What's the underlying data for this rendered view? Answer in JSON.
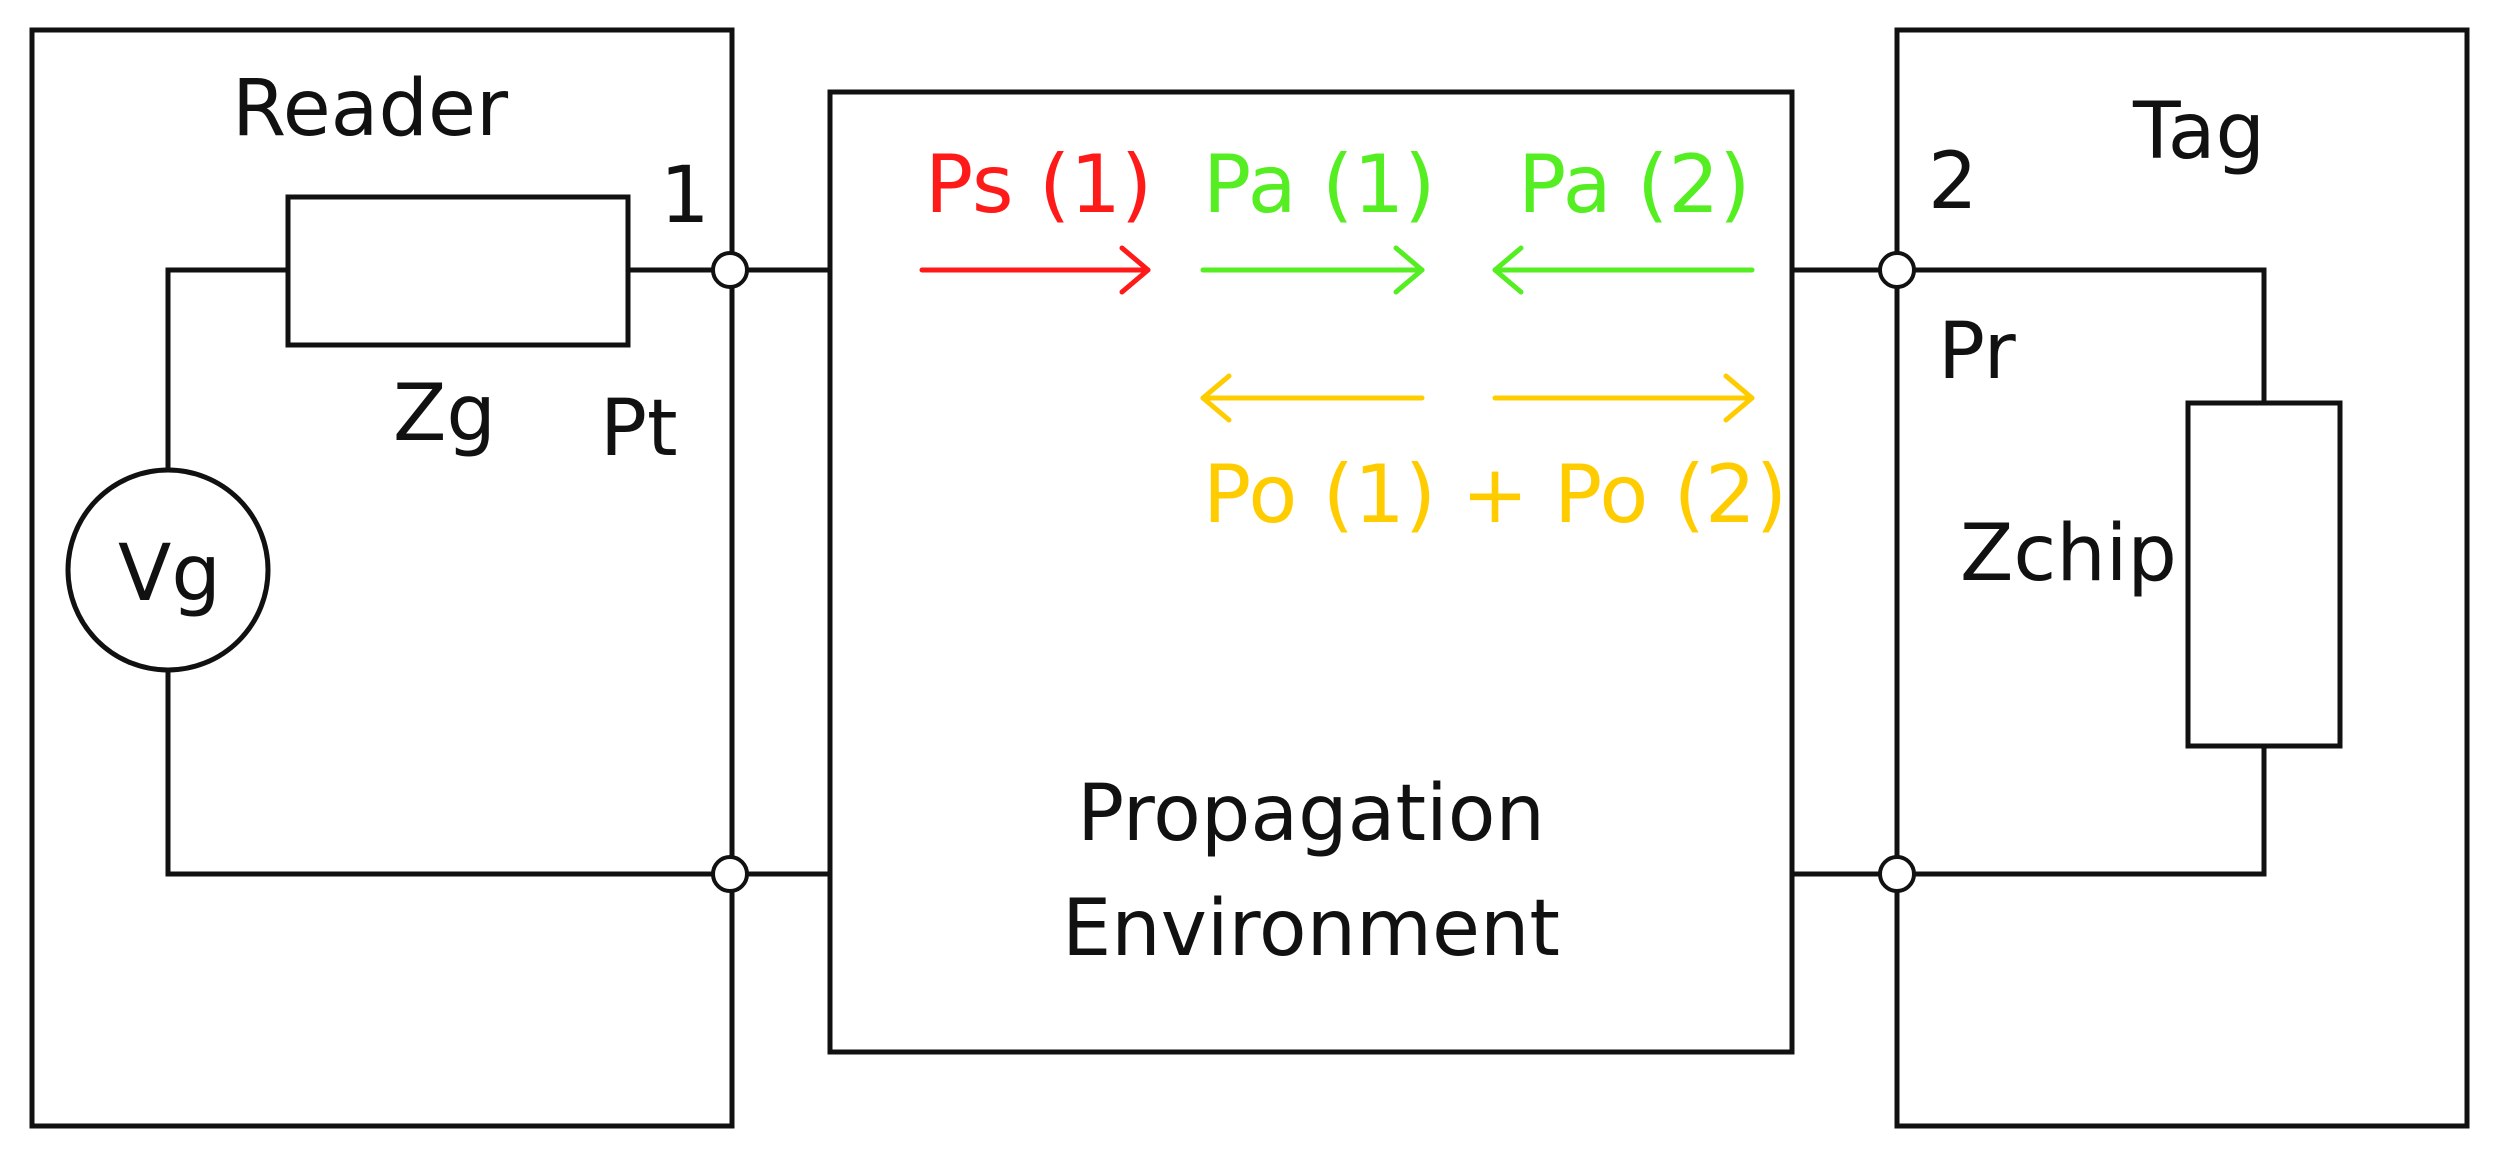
{
  "labels": {
    "reader": "Reader",
    "tag": "Tag",
    "port1": "1",
    "port2": "2",
    "zg": "Zg",
    "pt": "Pt",
    "vg": "Vg",
    "pr": "Pr",
    "zchip": "Zchip",
    "env_line1": "Propagation",
    "env_line2": "Environment",
    "ps1": "Ps (1)",
    "pa1": "Pa (1)",
    "pa2": "Pa (2)",
    "po": "Po (1) + Po (2)"
  },
  "colors": {
    "ps": "#ff1a1a",
    "pa": "#55ee22",
    "po": "#ffcc00",
    "line": "#111111"
  }
}
